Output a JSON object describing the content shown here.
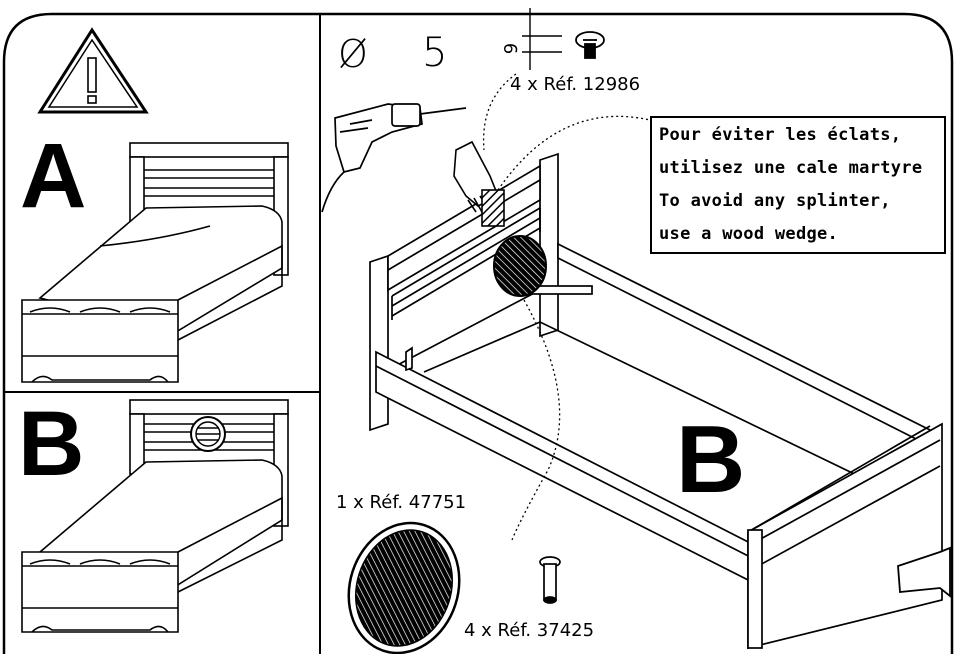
{
  "panels": {
    "top_left": {
      "letter": "A"
    },
    "bottom_left": {
      "letter": "B"
    },
    "main": {
      "letter": "B"
    }
  },
  "icons": {
    "warning": "warning-triangle-icon",
    "drill": "power-drill-icon"
  },
  "drill": {
    "diameter_symbol": "Ø",
    "diameter_value": "5"
  },
  "dimension": {
    "value": "9"
  },
  "parts": {
    "screw": {
      "label": "4 x Réf. 12986"
    },
    "grille": {
      "label": "1 x Réf. 47751"
    },
    "dowel": {
      "label": "4 x Réf. 37425"
    }
  },
  "note": {
    "lines": [
      "Pour éviter les éclats,",
      "utilisez une cale martyre",
      "To avoid any splinter,",
      "use a wood wedge."
    ]
  }
}
